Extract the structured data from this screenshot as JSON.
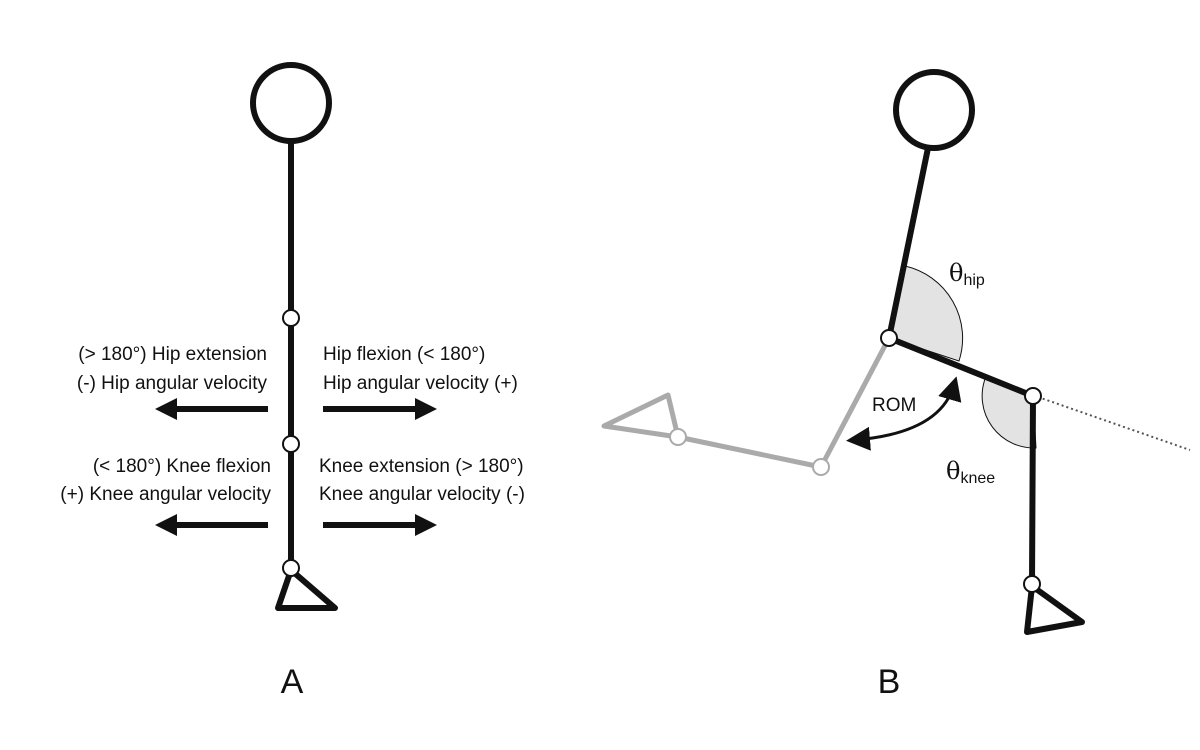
{
  "panel_a": {
    "label": "A",
    "hip_left_line1": "(> 180°) Hip extension",
    "hip_left_line2": "(-) Hip angular velocity",
    "hip_right_line1": "Hip flexion (< 180°)",
    "hip_right_line2": "Hip angular velocity (+)",
    "knee_left_line1": "(< 180°) Knee flexion",
    "knee_left_line2": "(+) Knee angular velocity",
    "knee_right_line1": "Knee extension (> 180°)",
    "knee_right_line2": "Knee angular velocity (-)"
  },
  "panel_b": {
    "label": "B",
    "rom_label": "ROM",
    "theta_symbol": "θ",
    "hip_subscript": "hip",
    "knee_subscript": "knee"
  },
  "colors": {
    "limb_active": "#111111",
    "limb_previous": "#aaaaaa",
    "angle_fill": "#e3e3e3"
  }
}
